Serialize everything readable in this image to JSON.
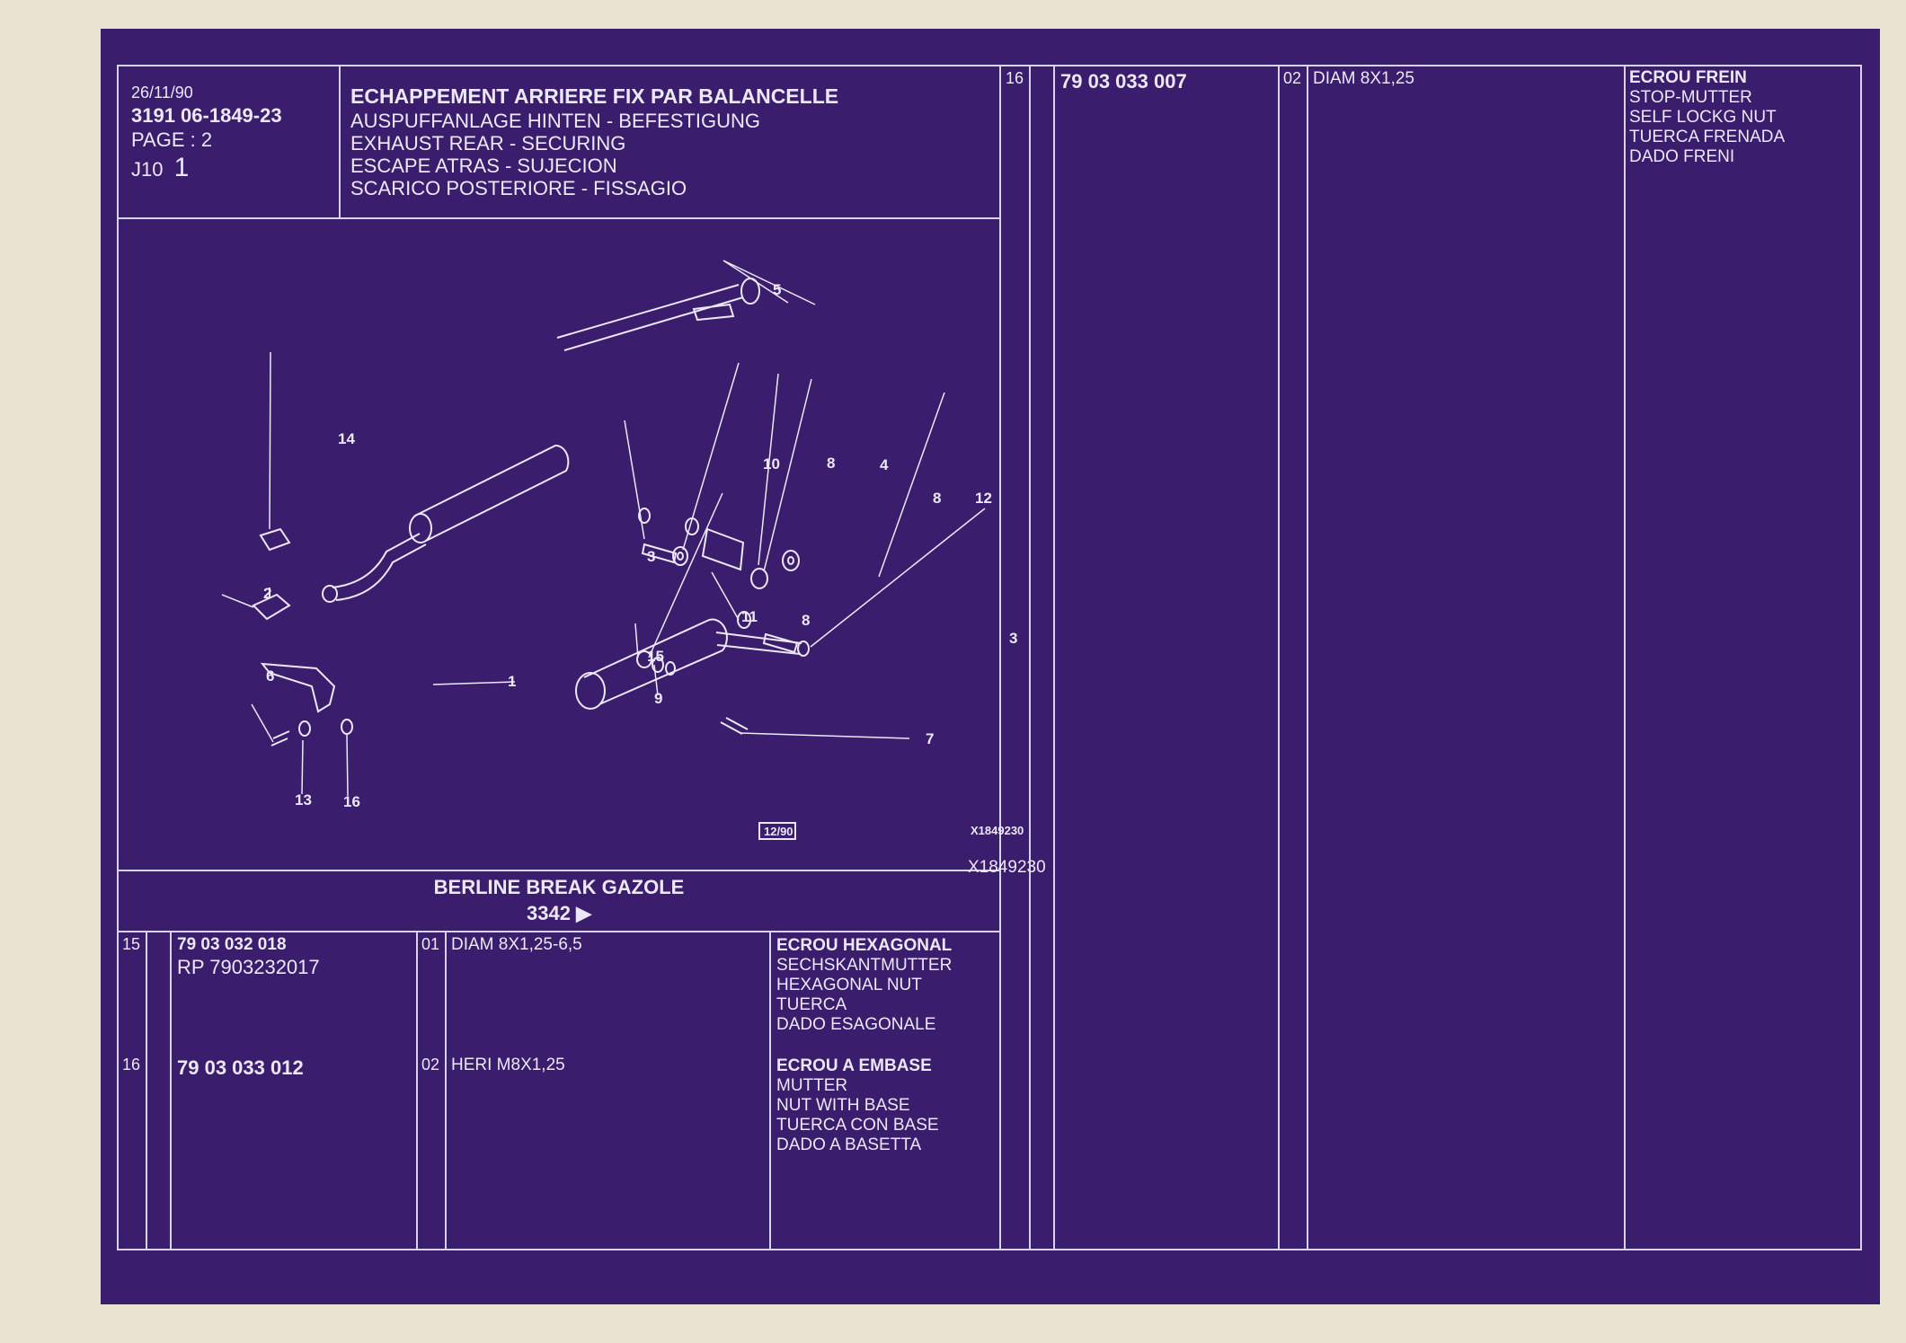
{
  "colors": {
    "film": "#3a1d6c",
    "ink": "#ece8f7",
    "surround": "#e9e4d2"
  },
  "header": {
    "date": "26/11/90",
    "ref": "3191  06-1849-23",
    "page": "PAGE : 2",
    "model_code": "J10",
    "model_index": "1",
    "titles": [
      "ECHAPPEMENT ARRIERE FIX PAR BALANCELLE",
      "AUSPUFFANLAGE HINTEN - BEFESTIGUNG",
      "EXHAUST REAR - SECURING",
      "ESCAPE ATRAS - SUJECION",
      "SCARICO POSTERIORE - FISSAGIO"
    ]
  },
  "diagram": {
    "callouts": [
      "5",
      "14",
      "10",
      "8",
      "4",
      "8",
      "12",
      "3",
      "2",
      "8",
      "3",
      "11",
      "15",
      "9",
      "6",
      "1",
      "7",
      "13",
      "16"
    ],
    "stamp": "12/90",
    "code_small": "X1849230",
    "code": "X1849230"
  },
  "variant": {
    "name": "BERLINE BREAK GAZOLE",
    "number": "3342"
  },
  "parts": [
    {
      "item": "15",
      "part_no": "79 03 032 018",
      "replaced_by": "RP  7903232017",
      "qty": "01",
      "spec": "DIAM 8X1,25-6,5",
      "names": [
        "ECROU HEXAGONAL",
        "SECHSKANTMUTTER",
        "HEXAGONAL NUT",
        "TUERCA",
        "DADO ESAGONALE"
      ]
    },
    {
      "item": "16",
      "part_no": "79 03 033 012",
      "replaced_by": "",
      "qty": "02",
      "spec": "HERI M8X1,25",
      "names": [
        "ECROU A EMBASE",
        "MUTTER",
        "NUT WITH BASE",
        "TUERCA CON BASE",
        "DADO A BASETTA"
      ]
    },
    {
      "item": "16",
      "part_no": "79 03 033 007",
      "replaced_by": "",
      "qty": "02",
      "spec": "DIAM 8X1,25",
      "names": [
        "ECROU FREIN",
        "STOP-MUTTER",
        "SELF LOCKG NUT",
        "TUERCA FRENADA",
        "DADO FRENI"
      ]
    }
  ]
}
